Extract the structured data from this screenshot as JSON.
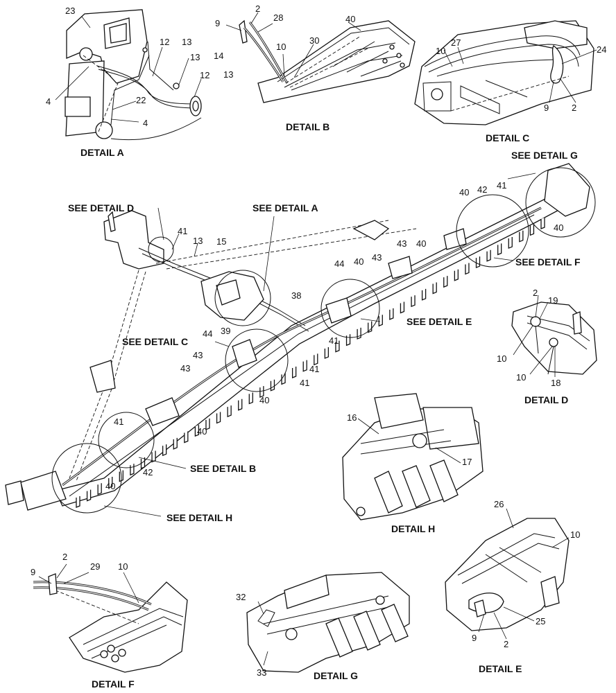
{
  "details": {
    "a": "DETAIL  A",
    "b": "DETAIL  B",
    "c": "DETAIL  C",
    "d": "DETAIL  D",
    "e": "DETAIL  E",
    "f": "DETAIL  F",
    "g": "DETAIL  G",
    "h": "DETAIL  H"
  },
  "callouts": {
    "see_a": "SEE DETAIL  A",
    "see_b": "SEE DETAIL  B",
    "see_c": "SEE DETAIL  C",
    "see_d": "SEE DETAIL  D",
    "see_e": "SEE DETAIL  E",
    "see_f": "SEE DETAIL  F",
    "see_g": "SEE DETAIL  G",
    "see_h": "SEE DETAIL  H"
  },
  "labels": {
    "a": [
      "23",
      "12",
      "13",
      "13",
      "14",
      "12",
      "13",
      "4",
      "22",
      "4"
    ],
    "b": [
      "2",
      "9",
      "28",
      "40",
      "10",
      "30"
    ],
    "c": [
      "10",
      "27",
      "24",
      "9",
      "2"
    ],
    "main": [
      "41",
      "13",
      "15",
      "40",
      "42",
      "41",
      "40",
      "43",
      "40",
      "44",
      "40",
      "43",
      "38",
      "39",
      "44",
      "41",
      "41",
      "41",
      "43",
      "43",
      "40",
      "40",
      "41",
      "42",
      "40"
    ],
    "d": [
      "2",
      "19",
      "10",
      "10",
      "18"
    ],
    "h": [
      "16",
      "17"
    ],
    "f": [
      "2",
      "29",
      "9",
      "10"
    ],
    "g": [
      "32",
      "33"
    ],
    "e": [
      "26",
      "10",
      "25",
      "9",
      "2"
    ]
  }
}
